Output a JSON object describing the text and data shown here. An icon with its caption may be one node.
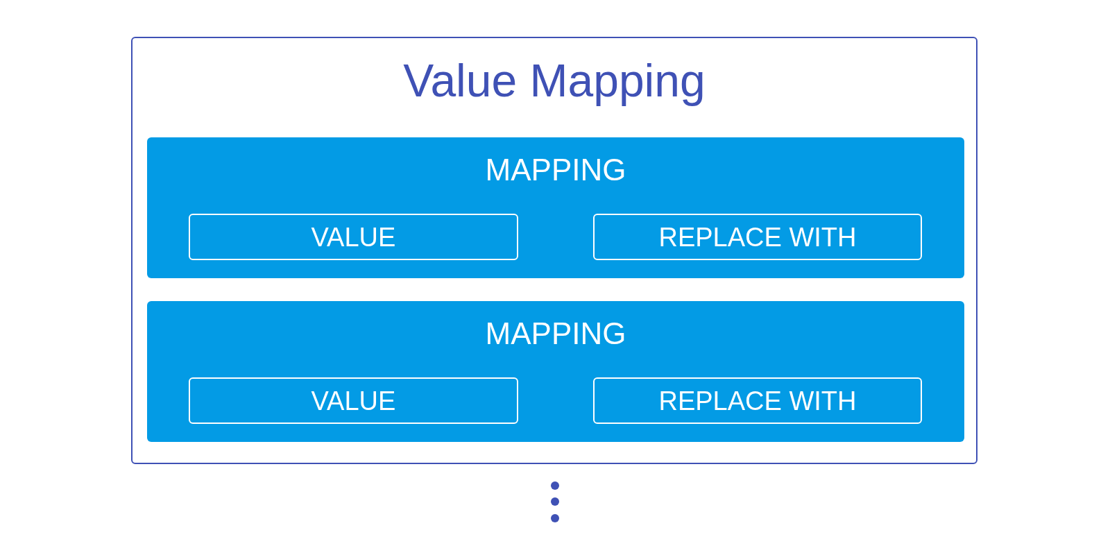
{
  "diagram": {
    "nodes": [
      {
        "text": [
          "Value Mapping"
        ]
      },
      {
        "text": [
          "MAPPING"
        ],
        "in": 0
      },
      {
        "text": [
          "VALUE"
        ],
        "in": 1
      },
      {
        "text": [
          "REPLACE WITH"
        ],
        "in": 1
      },
      {
        "text": [
          "MAPPING"
        ],
        "in": 0
      },
      {
        "text": [
          "VALUE"
        ],
        "in": 4
      },
      {
        "text": [
          "REPLACE WITH"
        ],
        "in": 4
      }
    ]
  }
}
